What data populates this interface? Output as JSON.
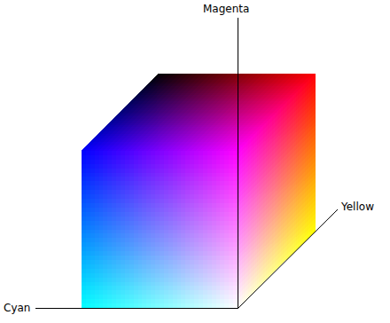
{
  "diagram": {
    "labels": [
      "Magenta",
      "Yellow",
      "Cyan"
    ]
  }
}
